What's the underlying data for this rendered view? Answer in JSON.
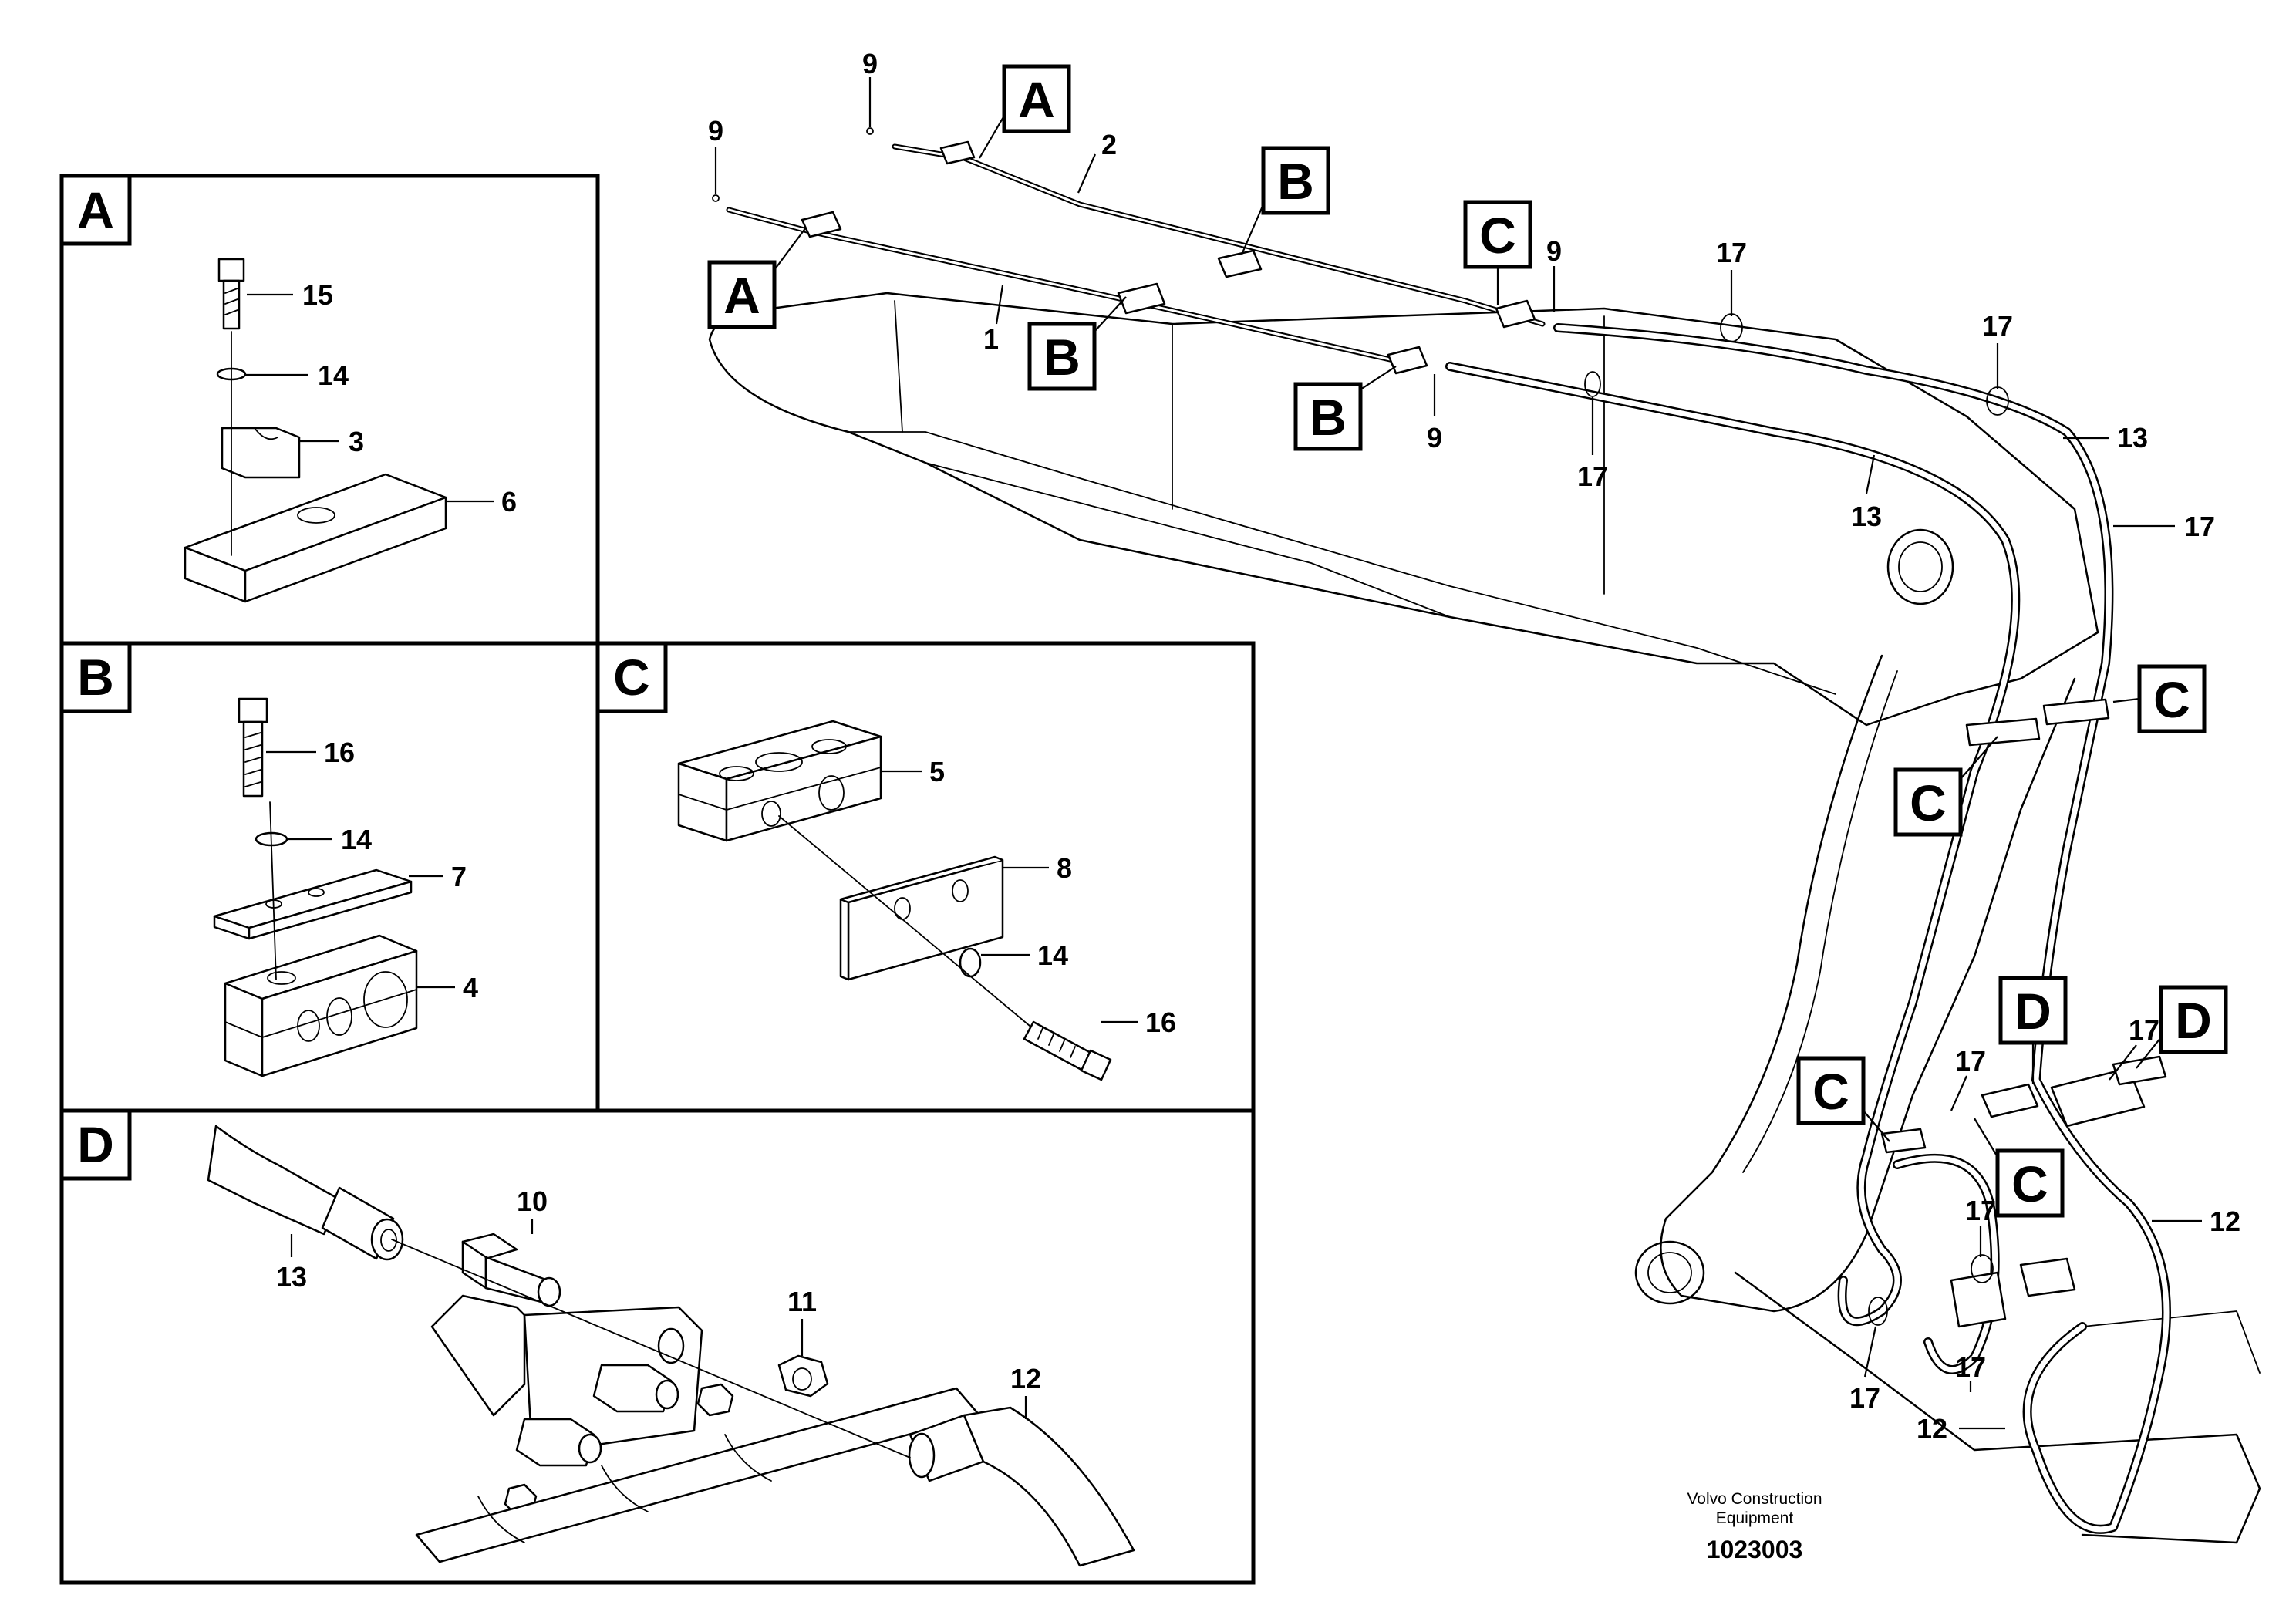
{
  "panels": {
    "A": {
      "letter": "A",
      "labels": [
        "15",
        "14",
        "3",
        "6"
      ]
    },
    "B": {
      "letter": "B",
      "labels": [
        "16",
        "14",
        "7",
        "4"
      ]
    },
    "C": {
      "letter": "C",
      "labels": [
        "5",
        "8",
        "14",
        "16"
      ]
    },
    "D": {
      "letter": "D",
      "labels": [
        "13",
        "10",
        "11",
        "12"
      ]
    }
  },
  "main_view": {
    "badges": [
      "A",
      "A",
      "B",
      "B",
      "B",
      "C",
      "C",
      "C",
      "C",
      "C",
      "D",
      "D"
    ],
    "callouts": [
      "9",
      "9",
      "2",
      "1",
      "9",
      "9",
      "17",
      "17",
      "17",
      "13",
      "13",
      "17",
      "17",
      "17",
      "17",
      "12",
      "17",
      "17",
      "12"
    ]
  },
  "footer": {
    "company_line1": "Volvo Construction",
    "company_line2": "Equipment",
    "drawing_id": "1023003"
  }
}
